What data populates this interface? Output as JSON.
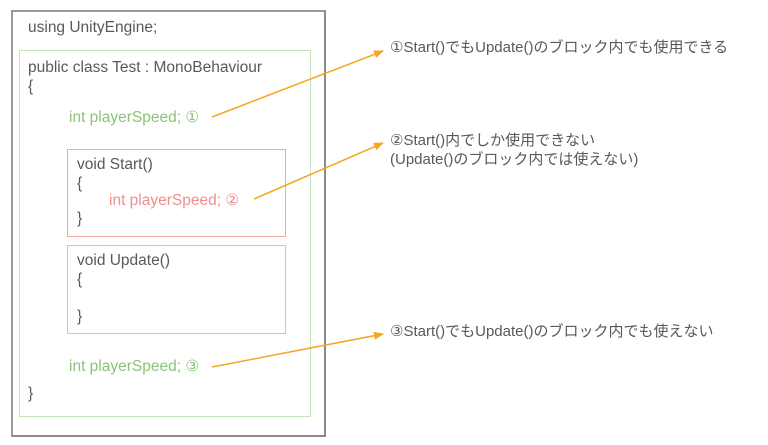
{
  "code": {
    "using_line": "using UnityEngine;",
    "class_line": "public class Test : MonoBehaviour",
    "class_open": "{",
    "class_close": "}",
    "field_1": "int playerSpeed; ①",
    "start_method": {
      "signature": "void Start()",
      "open": "{",
      "local_var": "int playerSpeed; ②",
      "close": "}"
    },
    "update_method": {
      "signature": "void Update()",
      "open": "{",
      "close": "}"
    },
    "field_3": "int playerSpeed; ③"
  },
  "annotations": [
    {
      "id": "1",
      "text": "①Start()でもUpdate()のブロック内でも使用できる"
    },
    {
      "id": "2",
      "line1": "②Start()内でしか使用できない",
      "line2": "(Update()のブロック内では使えない)"
    },
    {
      "id": "3",
      "text": "③Start()でもUpdate()のブロック内でも使えない"
    }
  ],
  "colors": {
    "text": "#595959",
    "class_scope": "#8cc27a",
    "start_scope": "#ec8f8f",
    "update_scope": "#aecbf0",
    "arrow": "#f5a623",
    "outer_border": "#8a8a8a"
  }
}
